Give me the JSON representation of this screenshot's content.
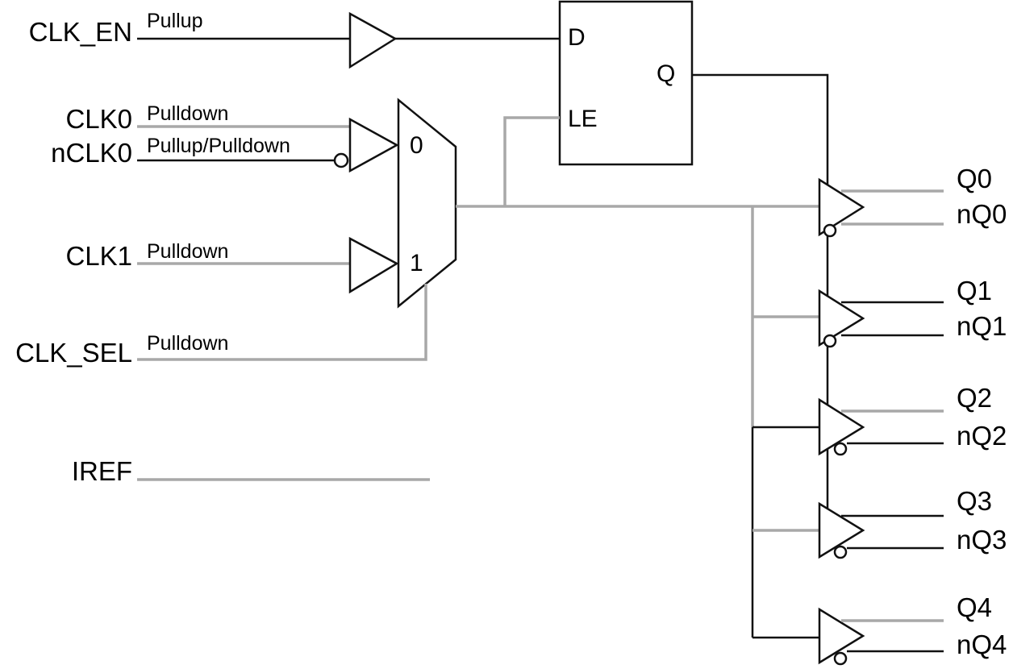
{
  "inputs": {
    "clk_en": {
      "name": "CLK_EN",
      "bias": "Pullup"
    },
    "clk0": {
      "name": "CLK0",
      "bias": "Pulldown"
    },
    "nclk0": {
      "name": "nCLK0",
      "bias": "Pullup/Pulldown"
    },
    "clk1": {
      "name": "CLK1",
      "bias": "Pulldown"
    },
    "clk_sel": {
      "name": "CLK_SEL",
      "bias": "Pulldown"
    },
    "iref": {
      "name": "IREF"
    }
  },
  "mux": {
    "in0": "0",
    "in1": "1"
  },
  "latch": {
    "d": "D",
    "q": "Q",
    "le": "LE"
  },
  "outputs": [
    {
      "q": "Q0",
      "nq": "nQ0"
    },
    {
      "q": "Q1",
      "nq": "nQ1"
    },
    {
      "q": "Q2",
      "nq": "nQ2"
    },
    {
      "q": "Q3",
      "nq": "nQ3"
    },
    {
      "q": "Q4",
      "nq": "nQ4"
    }
  ],
  "colors": {
    "wire_dark": "#111111",
    "wire_gray": "#a8a8a8"
  }
}
